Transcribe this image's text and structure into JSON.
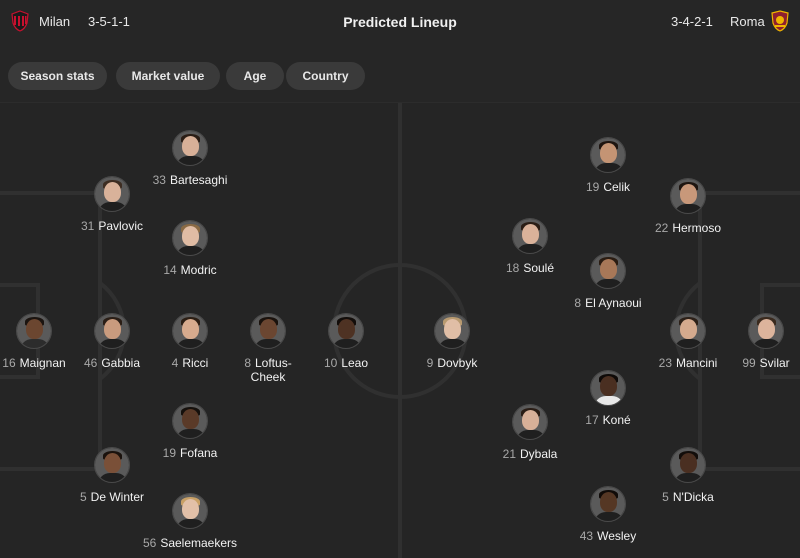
{
  "header": {
    "title": "Predicted Lineup",
    "home": {
      "name": "Milan",
      "formation": "3-5-1-1"
    },
    "away": {
      "name": "Roma",
      "formation": "3-4-2-1"
    }
  },
  "tabs": [
    {
      "label": "Season stats"
    },
    {
      "label": "Market value"
    },
    {
      "label": "Age"
    },
    {
      "label": "Country"
    }
  ],
  "colors": {
    "background": "#262626",
    "tab_bg": "#3a3a3a",
    "milan_red": "#c8102e",
    "roma_gold": "#f0b400",
    "roma_maroon": "#8e1f2f",
    "pitch_line": "#303030"
  },
  "home_players": [
    {
      "number": "16",
      "name": "Maignan"
    },
    {
      "number": "31",
      "name": "Pavlovic"
    },
    {
      "number": "46",
      "name": "Gabbia"
    },
    {
      "number": "5",
      "name": "De Winter"
    },
    {
      "number": "33",
      "name": "Bartesaghi"
    },
    {
      "number": "14",
      "name": "Modric"
    },
    {
      "number": "4",
      "name": "Ricci"
    },
    {
      "number": "19",
      "name": "Fofana"
    },
    {
      "number": "56",
      "name": "Saelemaekers"
    },
    {
      "number": "8",
      "name": "Loftus-Cheek"
    },
    {
      "number": "10",
      "name": "Leao"
    }
  ],
  "away_players": [
    {
      "number": "99",
      "name": "Svilar"
    },
    {
      "number": "22",
      "name": "Hermoso"
    },
    {
      "number": "23",
      "name": "Mancini"
    },
    {
      "number": "5",
      "name": "N'Dicka"
    },
    {
      "number": "19",
      "name": "Celik"
    },
    {
      "number": "8",
      "name": "El Aynaoui"
    },
    {
      "number": "17",
      "name": "Koné"
    },
    {
      "number": "43",
      "name": "Wesley"
    },
    {
      "number": "18",
      "name": "Soulé"
    },
    {
      "number": "21",
      "name": "Dybala"
    },
    {
      "number": "9",
      "name": "Dovbyk"
    }
  ]
}
